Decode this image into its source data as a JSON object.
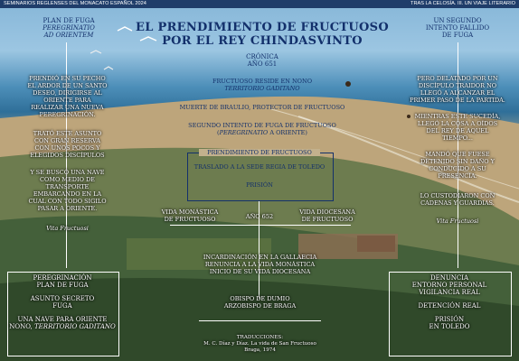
{
  "header": {
    "left": "SEMINARIOS REGLENSES DEL MONACATO ESPAÑOL 2024",
    "right": "TRAS LA CELOSÍA. III. UN VIAJE LITERARIO"
  },
  "title": [
    "EL PRENDIMIENTO DE FRUCTUOSO",
    "POR EL REY CHINDASVINTO"
  ],
  "left": {
    "heading": [
      "PLAN DE FUGA"
    ],
    "heading_italic": [
      "PEREGRINATIO",
      "AD ORIENTEM"
    ],
    "para1": [
      "PRENDIÓ EN SU PECHO",
      "EL ARDOR DE UN SANTO",
      "DESEO, DIRIGIRSE AL",
      "ORIENTE PARA",
      "REALIZAR UNA NUEVA",
      "PEREGRINACIÓN."
    ],
    "para2": [
      "TRATÓ ESTE ASUNTO",
      "CON GRAN RESERVA",
      "CON UNOS POCOS Y",
      "ELEGIDOS DISCÍPULOS"
    ],
    "para3": [
      "Y SE BUSCÓ UNA NAVE",
      "COMO MEDIO DE",
      "TRANSPORTE",
      "EMBARCANDO EN LA",
      "CUAL CON TODO SIGILO",
      "PASAR A ORIENTE."
    ],
    "source": "Vita Fructuosi",
    "summary": {
      "title": "PEREGRINACIÓN",
      "plan": "PLAN DE FUGA",
      "secret": [
        "ASUNTO SECRETO",
        "FUGA"
      ],
      "ship": [
        "UNA NAVE PARA ORIENTE",
        "NONO, "
      ],
      "ship_italic": "TERRITORIO GADITANO"
    }
  },
  "center": {
    "cronica": [
      "CRÓNICA",
      "AÑO 651"
    ],
    "item1": "FRUCTUOSO RESIDE EN NONO",
    "item1_italic": "TERRITORIO GADITANO",
    "item2": "MUERTE DE BRAULIO, PROTECTOR DE FRUCTUOSO",
    "item3": "SEGUNDO INTENTO DE FUGA DE FRUCTUOSO",
    "item3_italic": "PEREGRINATIO",
    "item3_tail": " A ORIENTE)",
    "box_title": "PRENDIMIENTO DE FRUCTUOSO",
    "box_item1": "TRASLADO A LA SEDE REGIA DE TOLEDO",
    "box_item2": "PRISIÓN",
    "vida_left": [
      "VIDA MONÁSTICA",
      "DE FRUCTUOSO"
    ],
    "vida_year": "AÑO 652",
    "vida_right": [
      "VIDA DIOCESANA",
      "DE FRUCTUOSO"
    ],
    "incard": [
      "INCARDINACIÓN EN LA GALLAECIA",
      "RENUNCIA A LA VIDA MONÁSTICA",
      "INICIO DE SU VIDA DIOCESANA"
    ],
    "obispo": [
      "OBISPO DE DUMIO",
      "ARZOBISPO DE BRAGA"
    ],
    "trad": [
      "TRADUCCIONES:",
      "M. C. Díaz y Díaz. La vida de San Fructuoso",
      "Braga, 1974"
    ]
  },
  "right": {
    "heading": [
      "UN SEGUNDO",
      "INTENTO FALLIDO",
      "DE FUGA"
    ],
    "para1": [
      "PERO DELATADO POR UN",
      "DISCÍPULO TRAIDOR NO",
      "LLEGÓ A ALCANZAR EL",
      "PRIMER PASO DE LA PARTIDA."
    ],
    "para2": [
      "MIENTRAS ESTE SUCEDÍA,",
      "LLEGÓ LA COSA A OÍDOS",
      "DEL REY DE AQUEL",
      "TIEMPO..."
    ],
    "para3": [
      "MANDÓ QUE FUESE",
      "DETENIDO SIN DAÑO Y",
      "CONDUCIDO A SU",
      "PRESENCIA."
    ],
    "para4": [
      "LO CUSTODIARON CON",
      "CADENAS Y GUARDIAS."
    ],
    "source": "Vita Fructuosi",
    "summary": [
      "DENUNCIA",
      "ENTORNO PERSONAL",
      "VIGILANCIA REAL",
      "DETENCIÓN REAL",
      "PRISIÓN",
      "EN TOLEDO"
    ]
  }
}
